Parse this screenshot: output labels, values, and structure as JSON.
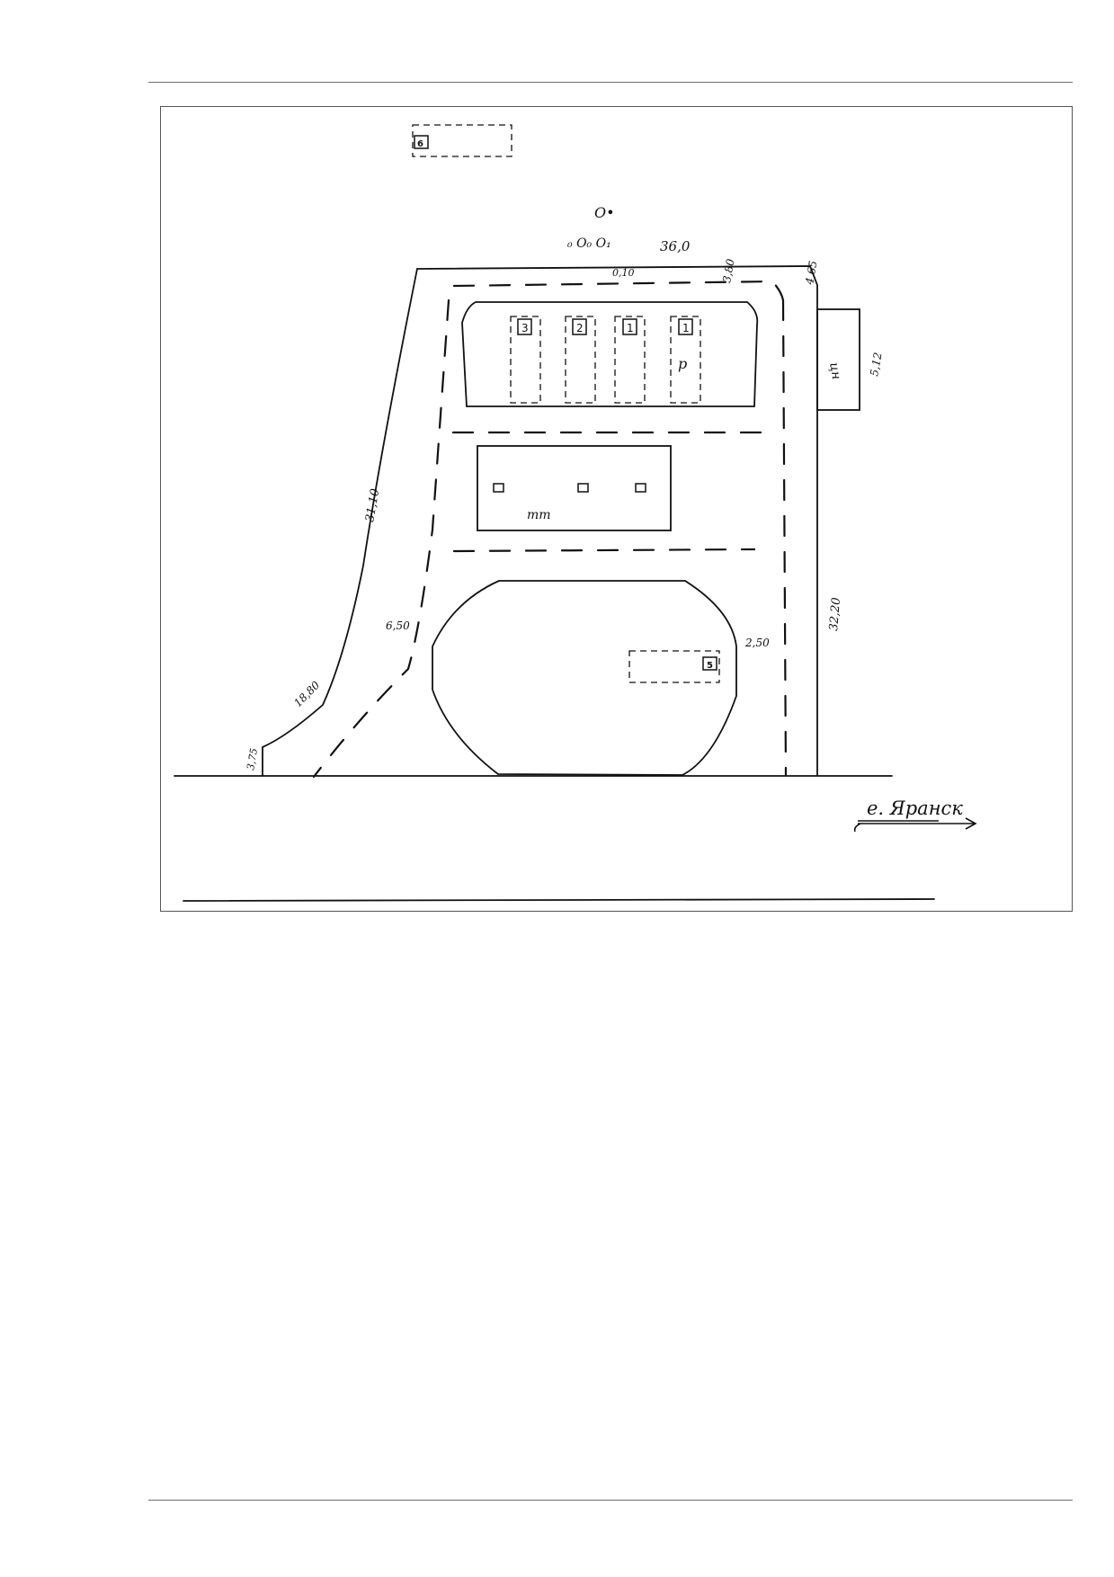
{
  "labels": {
    "top_mark_a": "O•",
    "top_mark_b": "₀ O₀ O₁",
    "dim_top": "36,0",
    "dim_inner_top": "0,10",
    "dim_upper_right": "3,80",
    "dim_corner": "4,65",
    "dim_annex": "5,12",
    "annex_mark": "цн",
    "dim_left_long": "31,10",
    "dim_right": "32,20",
    "dim_left_curve": "18,80",
    "dim_left_end": "3,75",
    "dim_left_inner": "6,50",
    "dim_oval_right": "2,50",
    "marker_top": "6",
    "parking_1": "3",
    "parking_2": "2",
    "parking_3": "1",
    "parking_4": "1",
    "parking_letter": "p",
    "building_mark": "тт",
    "marker_oval": "5",
    "street": "е. Яранск"
  }
}
